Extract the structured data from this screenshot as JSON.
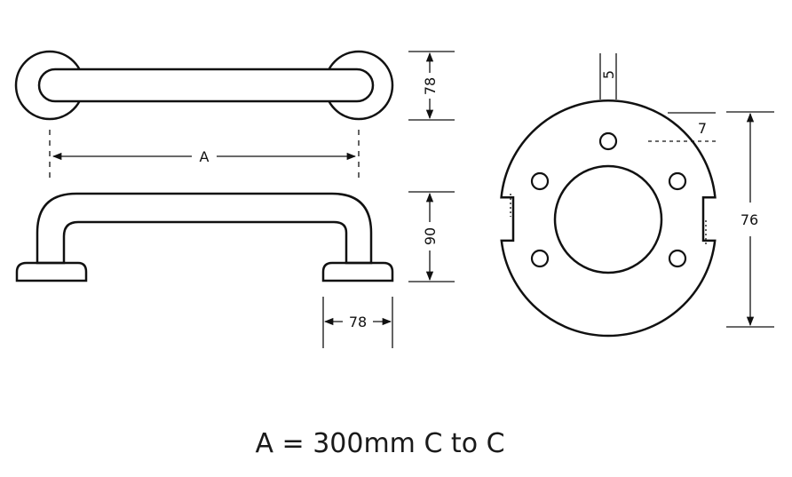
{
  "dimensions": {
    "label_a": "A",
    "top_view_height": "78",
    "side_view_height": "90",
    "flange_width": "78",
    "hole_offset_top": "5",
    "hole_offset_side": "7",
    "flange_diameter": "76"
  },
  "caption": "A = 300mm C to C"
}
